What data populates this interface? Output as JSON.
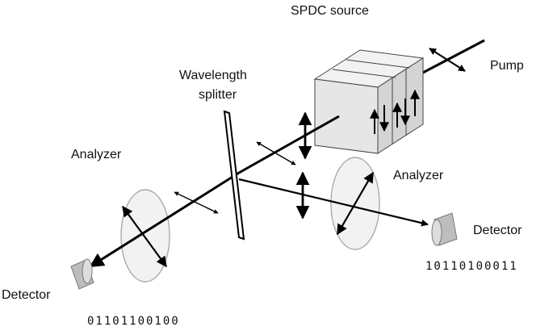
{
  "labels": {
    "spdc_source": "SPDC source",
    "pump": "Pump",
    "wavelength_line1": "Wavelength",
    "wavelength_line2": "splitter",
    "analyzer_left": "Analyzer",
    "analyzer_right": "Analyzer",
    "detector_right": "Detector",
    "detector_left": "Detector"
  },
  "bitstreams": {
    "right": "10110100011",
    "left": "01101100100"
  },
  "colors": {
    "beam": "#000000",
    "crystal_face": "#e6e6e6",
    "crystal_top": "#f2f2f2",
    "crystal_side": "#d4d4d4",
    "analyzer_fill": "#eeeeee",
    "analyzer_stroke": "#aaaaaa",
    "detector_body": "#bdbdbd"
  }
}
